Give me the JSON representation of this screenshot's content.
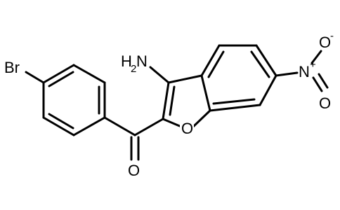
{
  "atoms": {
    "bromine": "Br",
    "amine_n": "N",
    "amine_h": "H",
    "amine_h_count": "2",
    "ring_oxygen": "O",
    "carbonyl_oxygen": "O",
    "nitro_n": "N",
    "nitro_o_top": "O",
    "nitro_o_bottom": "O",
    "nitro_n_charge": "+",
    "nitro_o_charge": "-"
  },
  "colors": {
    "ink": "#000000",
    "background": "#ffffff"
  }
}
